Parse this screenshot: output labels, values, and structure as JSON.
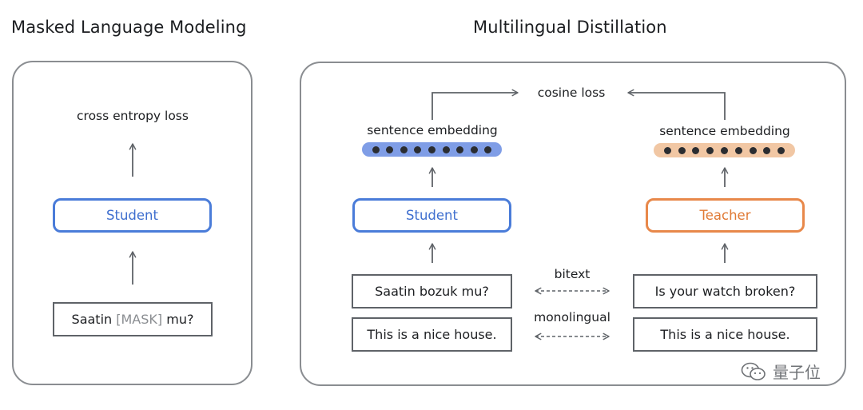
{
  "mlm": {
    "title": "Masked Language Modeling",
    "loss_label": "cross entropy loss",
    "model_label": "Student",
    "input": {
      "before": "Saatin ",
      "mask": "[MASK]",
      "after": " mu?"
    }
  },
  "distill": {
    "title": "Multilingual Distillation",
    "loss_label": "cosine loss",
    "student": {
      "embedding_label": "sentence embedding",
      "model_label": "Student",
      "dots": 9
    },
    "teacher": {
      "embedding_label": "sentence embedding",
      "model_label": "Teacher",
      "dots": 9
    },
    "pairs": [
      {
        "relation": "bitext",
        "left": "Saatin bozuk mu?",
        "right": "Is your watch broken?"
      },
      {
        "relation": "monolingual",
        "left": "This is a nice house.",
        "right": "This is a nice house."
      }
    ]
  },
  "colors": {
    "student": "#4a7cd9",
    "teacher": "#e8884a",
    "student_embedding": "#7f9de6",
    "teacher_embedding": "#f1c7a4",
    "mask": "#8a8d91"
  },
  "watermark": {
    "text": "量子位",
    "icon": "wechat-icon"
  }
}
